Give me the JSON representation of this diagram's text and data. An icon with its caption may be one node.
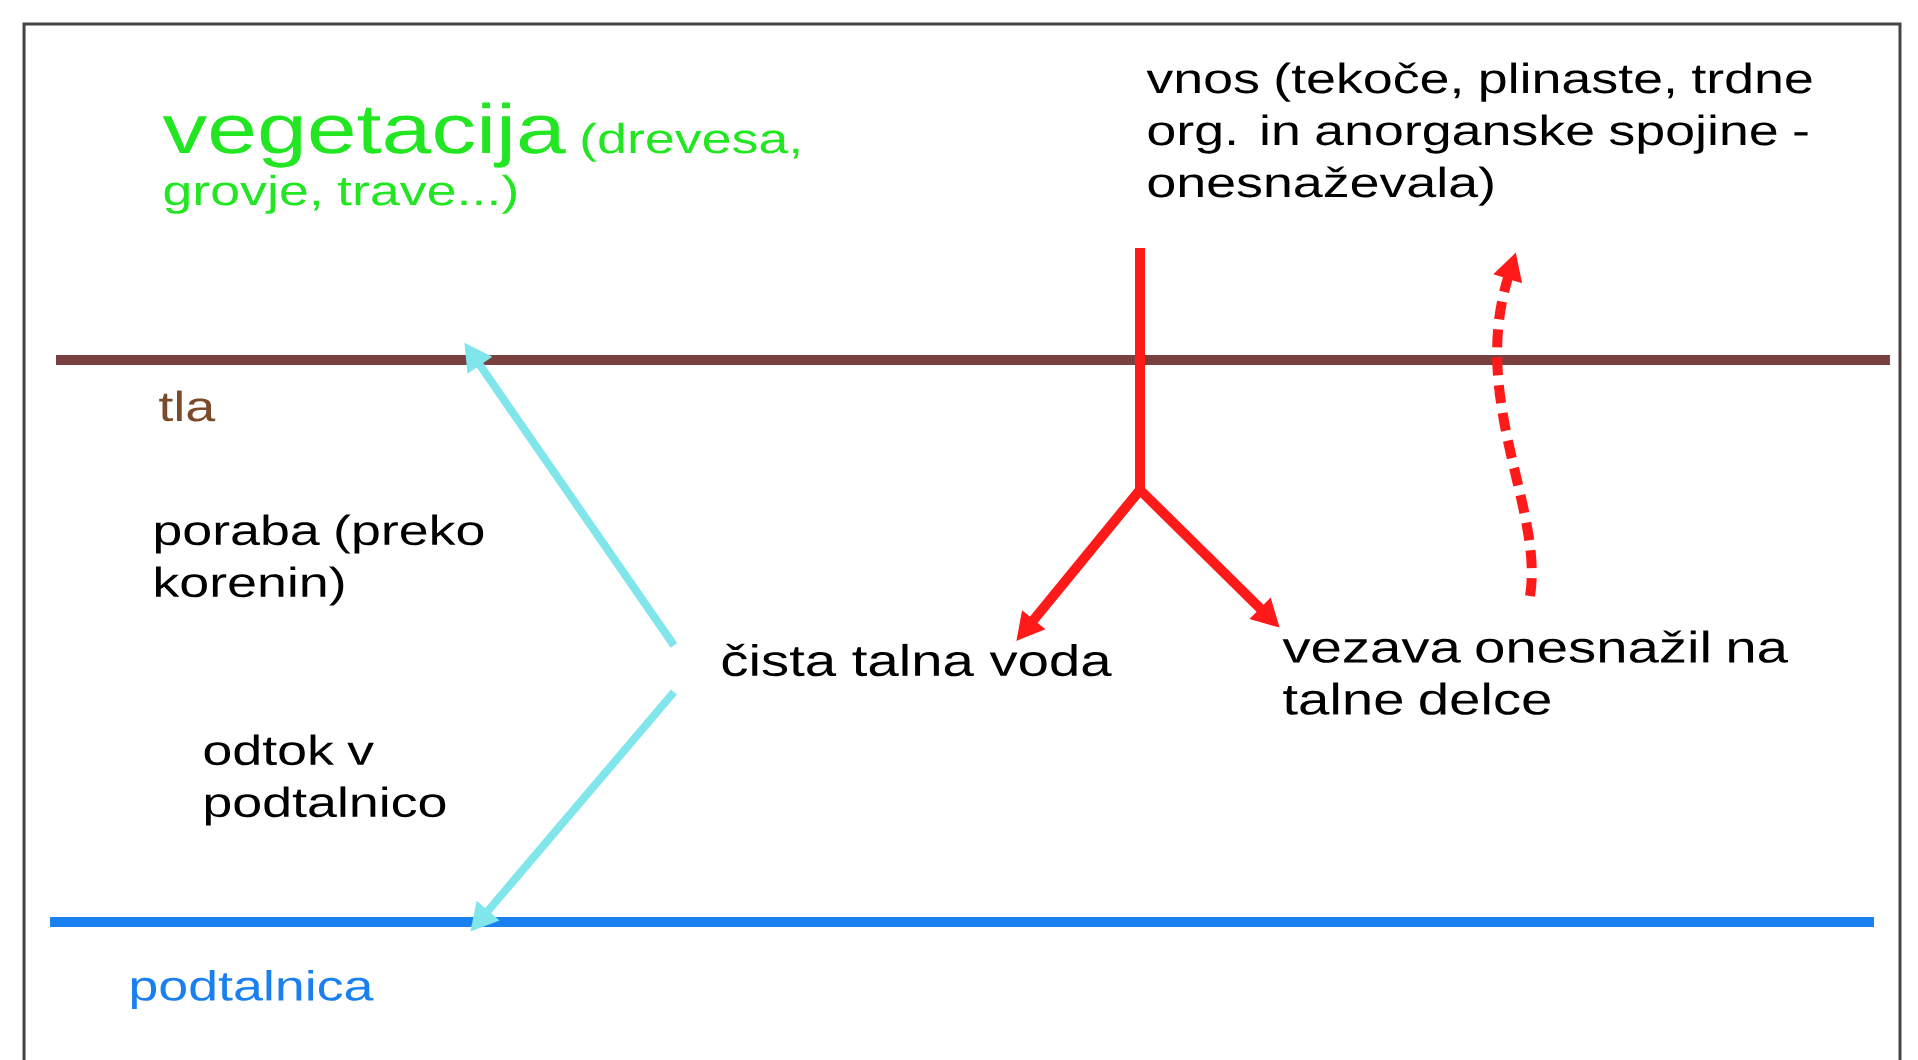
{
  "diagram": {
    "nodes": [
      {
        "text": [
          "vegetacija",
          "(drevesa, grovje, trave...)"
        ]
      },
      {
        "text": [
          "vnos (tekoče, plinaste, trdne org. in anorganske spojine - onesnaževala)"
        ]
      },
      {
        "text": [
          "čista talna voda"
        ]
      },
      {
        "text": [
          "vezava onesnažil na talne delce"
        ]
      },
      {
        "text": [
          "podtalnica"
        ]
      }
    ],
    "edges": [
      {
        "from": 1,
        "to": 2,
        "arrow": "to"
      },
      {
        "from": 1,
        "to": 3,
        "arrow": "to"
      },
      {
        "from": 3,
        "to": 1,
        "arrow": "to",
        "style": "dashed"
      },
      {
        "from": 2,
        "to": 0,
        "arrow": "to",
        "color": "#80e6ec",
        "label": "poraba (preko korenin)"
      },
      {
        "from": 2,
        "to": 4,
        "arrow": "to",
        "color": "#80e6ec",
        "label": "odtok v podtalnico"
      }
    ],
    "labels": [
      "tla"
    ]
  }
}
